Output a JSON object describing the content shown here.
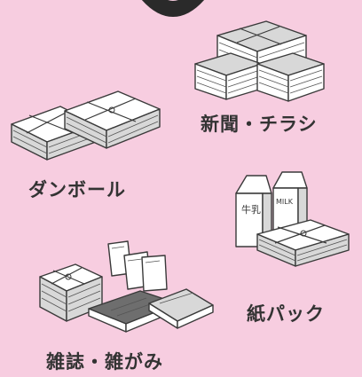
{
  "items": {
    "newspaper": {
      "label": "新聞・チラシ"
    },
    "cardboard": {
      "label": "ダンボール"
    },
    "milk_carton": {
      "label": "紙パック",
      "carton_text_1": "牛乳",
      "carton_text_2": "MILK"
    },
    "magazine": {
      "label": "雑誌・雑がみ"
    }
  },
  "colors": {
    "background": "#f7cde0",
    "text": "#333333"
  }
}
